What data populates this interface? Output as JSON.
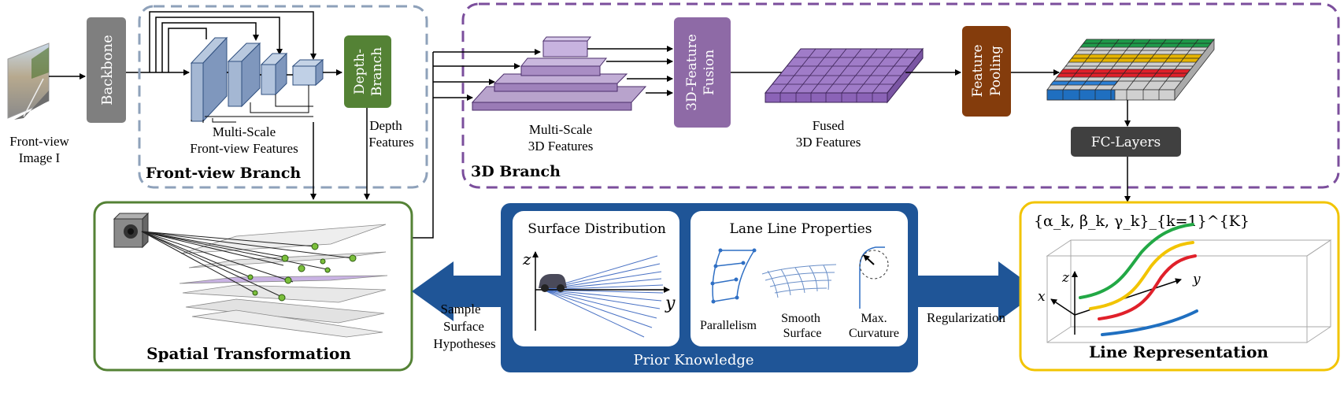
{
  "front_view": {
    "label_line1": "Front-view",
    "label_line2": "Image I"
  },
  "backbone": {
    "label": "Backbone"
  },
  "front_branch": {
    "title": "Front-view Branch",
    "features_line1": "Multi-Scale",
    "features_line2": "Front-view Features"
  },
  "depth_branch": {
    "label_line1": "Depth-",
    "label_line2": "Branch",
    "features_line1": "Depth",
    "features_line2": "Features"
  },
  "branch_3d": {
    "title": "3D Branch",
    "multiscale_line1": "Multi-Scale",
    "multiscale_line2": "3D Features",
    "fusion_line1": "3D-Feature",
    "fusion_line2": "Fusion",
    "fused_line1": "Fused",
    "fused_line2": "3D Features",
    "pooling_line1": "Feature",
    "pooling_line2": "Pooling",
    "fc_label": "FC-Layers"
  },
  "spatial": {
    "title": "Spatial Transformation"
  },
  "sample": {
    "line1": "Sample",
    "line2": "Surface",
    "line3": "Hypotheses"
  },
  "prior": {
    "title": "Prior Knowledge",
    "surface_title": "Surface Distribution",
    "axis_z": "z",
    "axis_y": "y",
    "lane_title": "Lane Line Properties",
    "parallelism": "Parallelism",
    "smooth_line1": "Smooth",
    "smooth_line2": "Surface",
    "curv_line1": "Max.",
    "curv_line2": "Curvature"
  },
  "regularization": {
    "label": "Regularization"
  },
  "line_rep": {
    "formula": "{α_k, β_k, γ_k}_{k=1}^{K}",
    "title": "Line Representation",
    "axis_x": "x",
    "axis_y": "y",
    "axis_z": "z"
  },
  "colors": {
    "backbone": "#7f7f7f",
    "depth": "#548235",
    "fusion": "#8e6aa6",
    "pooling": "#843c0c",
    "fc": "#404040",
    "prior": "#1f5597",
    "spatial_border": "#548235",
    "line_rep_border": "#f2c400",
    "branch_dash_front": "#8ea1ba",
    "branch_dash_3d": "#7b4e9c"
  }
}
